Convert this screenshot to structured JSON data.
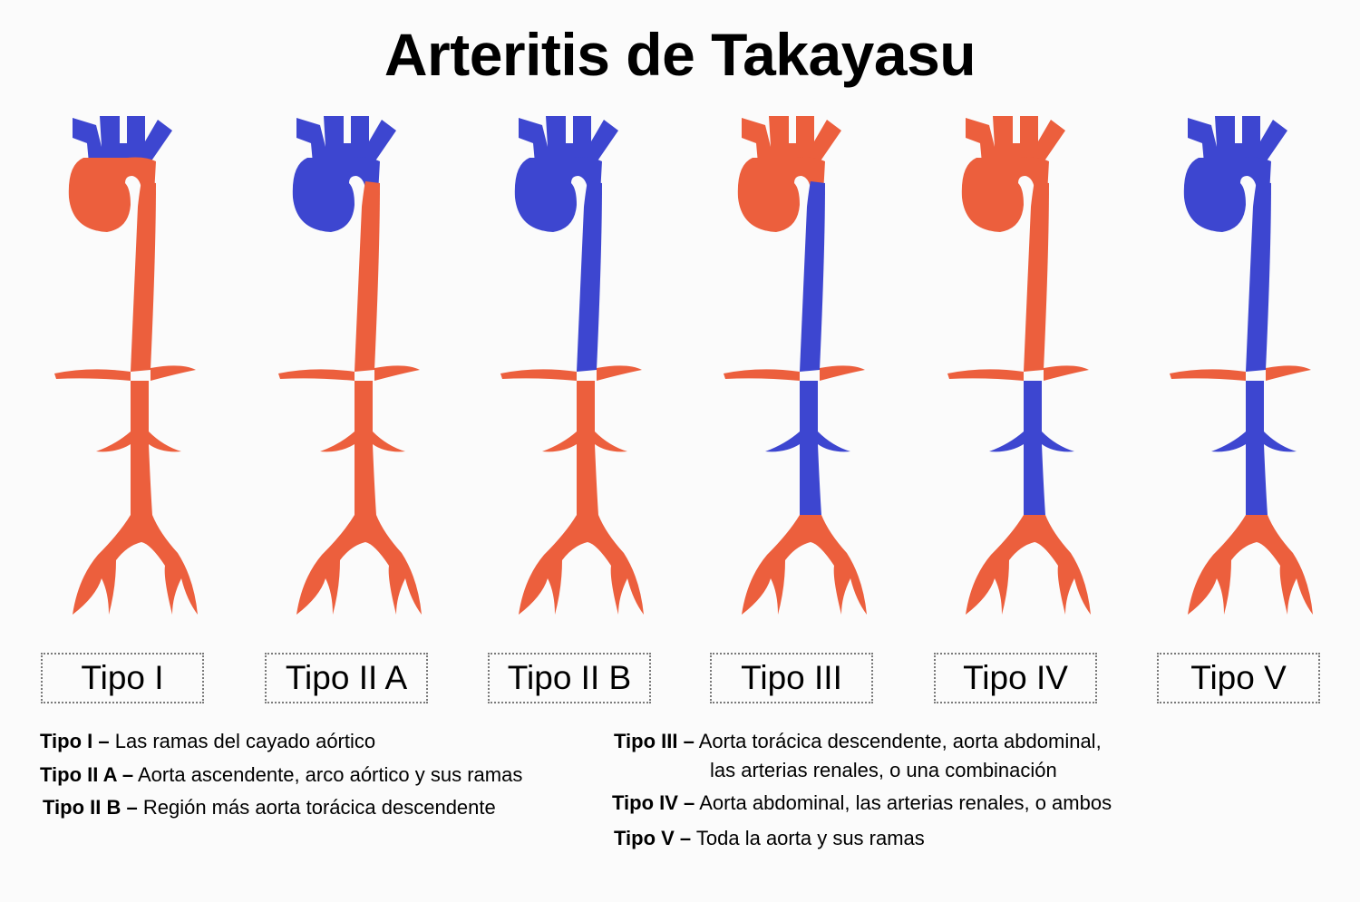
{
  "title": "Arteritis de Takayasu",
  "colors": {
    "affected": "#3d46d0",
    "normal": "#ec5f3d",
    "background": "#fbfbfb",
    "text": "#000000",
    "box_border": "#7a7a7a"
  },
  "legend_note": {
    "affected_color_name": "blue",
    "normal_color_name": "orange"
  },
  "types": [
    {
      "label": "Tipo I",
      "regions": {
        "branches": "affected",
        "arch": "normal",
        "descending": "normal",
        "upper_branches": "normal",
        "renal": "normal",
        "lower_aorta": "normal",
        "iliac": "normal"
      }
    },
    {
      "label": "Tipo II A",
      "regions": {
        "branches": "affected",
        "arch": "affected",
        "descending": "normal",
        "upper_branches": "normal",
        "renal": "normal",
        "lower_aorta": "normal",
        "iliac": "normal"
      }
    },
    {
      "label": "Tipo II B",
      "regions": {
        "branches": "affected",
        "arch": "affected",
        "descending": "affected",
        "upper_branches": "normal",
        "renal": "normal",
        "lower_aorta": "normal",
        "iliac": "normal"
      }
    },
    {
      "label": "Tipo III",
      "regions": {
        "branches": "normal",
        "arch": "normal",
        "descending": "affected",
        "upper_branches": "normal",
        "renal": "affected",
        "lower_aorta": "affected",
        "iliac": "normal"
      }
    },
    {
      "label": "Tipo IV",
      "regions": {
        "branches": "normal",
        "arch": "normal",
        "descending": "normal",
        "upper_branches": "normal",
        "renal": "affected",
        "lower_aorta": "affected",
        "iliac": "normal"
      }
    },
    {
      "label": "Tipo V",
      "regions": {
        "branches": "affected",
        "arch": "affected",
        "descending": "affected",
        "upper_branches": "normal",
        "renal": "affected",
        "lower_aorta": "affected",
        "iliac": "normal"
      }
    }
  ],
  "descriptions": {
    "left": [
      {
        "term": "Tipo I –",
        "text": "Las ramas del cayado aórtico"
      },
      {
        "term": "Tipo II A –",
        "text": "Aorta ascendente, arco aórtico y sus ramas"
      },
      {
        "term": "Tipo II B –",
        "text": "Región más aorta torácica descendente"
      }
    ],
    "right": [
      {
        "term": "Tipo III –",
        "text": "Aorta torácica descendente, aorta abdominal,",
        "continuation": "las arterias renales, o una combinación"
      },
      {
        "term": "Tipo IV –",
        "text": "Aorta abdominal, las arterias renales, o ambos"
      },
      {
        "term": "Tipo V –",
        "text": "Toda la aorta y sus ramas"
      }
    ]
  }
}
